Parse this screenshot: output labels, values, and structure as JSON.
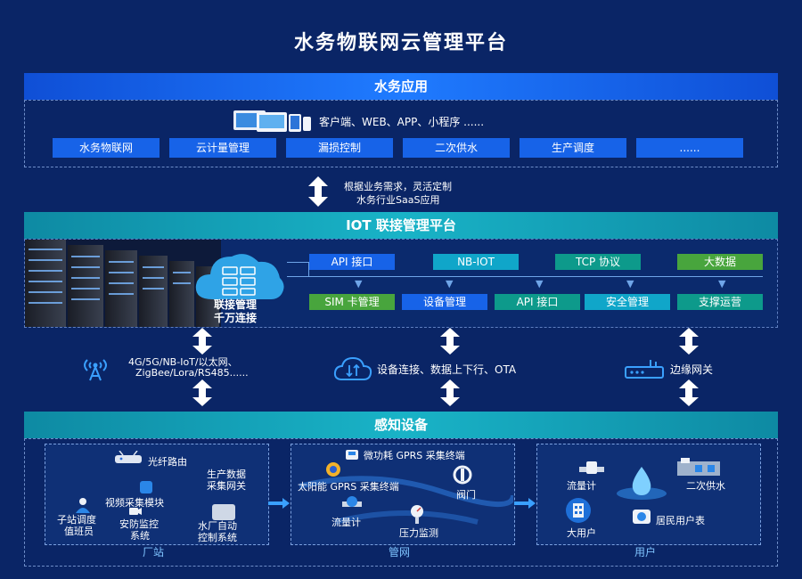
{
  "title": "水务物联网云管理平台",
  "app_layer": {
    "header": "水务应用",
    "clients": "客户端、WEB、APP、小程序 ......",
    "buttons": [
      "水务物联网",
      "云计量管理",
      "漏损控制",
      "二次供水",
      "生产调度",
      "......"
    ]
  },
  "customize_note": [
    "根据业务需求，灵活定制",
    "水务行业SaaS应用"
  ],
  "iot_layer": {
    "header": "IOT 联接管理平台",
    "cloud_label": [
      "联接管理",
      "千万连接"
    ],
    "top_row": [
      "API 接口",
      "NB-IOT",
      "TCP 协议",
      "大数据"
    ],
    "bottom_row": [
      "SIM 卡管理",
      "设备管理",
      "API 接口",
      "安全管理",
      "支撑运营"
    ]
  },
  "connect_layer": {
    "left": [
      "4G/5G/NB-IoT/以太网、",
      "ZigBee/Lora/RS485......"
    ],
    "middle": "设备连接、数据上下行、OTA",
    "right": "边缘网关"
  },
  "sense_layer": {
    "header": "感知设备",
    "plant": {
      "footer": "厂站",
      "items": [
        "光纤路由",
        "生产数据",
        "采集网关",
        "视频采集模块",
        "子站调度",
        "值班员",
        "安防监控",
        "系统",
        "水厂自动",
        "控制系统"
      ]
    },
    "network": {
      "footer": "管网",
      "items": [
        "微功耗 GPRS 采集终端",
        "太阳能 GPRS 采集终端",
        "阀门",
        "流量计",
        "压力监测"
      ]
    },
    "user": {
      "footer": "用户",
      "items": [
        "流量计",
        "二次供水",
        "大用户",
        "居民用户表"
      ]
    }
  },
  "colors": {
    "background": "#0a2566",
    "blue_bar": "#1f7bff",
    "teal_bar": "#19b3c7",
    "tag_blue": "#1763e8",
    "tag_cyan": "#10a6c9",
    "tag_teal": "#0d9a8b",
    "tag_green": "#48a53d"
  }
}
